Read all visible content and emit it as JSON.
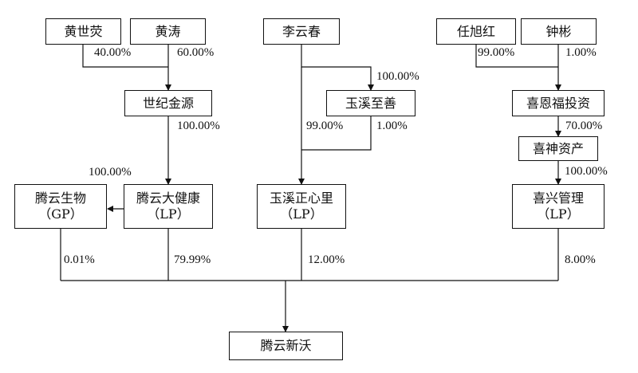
{
  "nodes": {
    "huang_shiying": "黄世荧",
    "huang_tao": "黄涛",
    "li_yunchun": "李云春",
    "ren_xuhong": "任旭红",
    "zhong_bin": "钟彬",
    "shiji_jinyuan": "世纪金源",
    "yuxi_zhishan": "玉溪至善",
    "xienfu_touzi": "喜恩福投资",
    "xishen_zichan": "喜神资产",
    "tengyun_shengwu": "腾云生物",
    "tengyun_shengwu_role": "（GP）",
    "tengyun_dajiankang": "腾云大健康",
    "tengyun_dajiankang_role": "（LP）",
    "yuxi_zhengxinli": "玉溪正心里",
    "yuxi_zhengxinli_role": "（LP）",
    "xixing_guanli": "喜兴管理",
    "xixing_guanli_role": "（LP）",
    "tengyun_xinwo": "腾云新沃"
  },
  "percentages": {
    "huang_shiying_to_shiji": "40.00%",
    "huang_tao_to_shiji": "60.00%",
    "li_to_yuxi_zhishan": "100.00%",
    "ren_to_xienfu": "99.00%",
    "zhong_to_xienfu": "1.00%",
    "shiji_to_dajiankang": "100.00%",
    "li_to_zhengxinli": "99.00%",
    "zhishan_to_zhengxinli": "1.00%",
    "xienfu_to_xishen": "70.00%",
    "xishen_to_xixing": "100.00%",
    "dajiankang_to_shengwu": "100.00%",
    "shengwu_to_xinwo": "0.01%",
    "dajiankang_to_xinwo": "79.99%",
    "zhengxinli_to_xinwo": "12.00%",
    "xixing_to_xinwo": "8.00%"
  }
}
